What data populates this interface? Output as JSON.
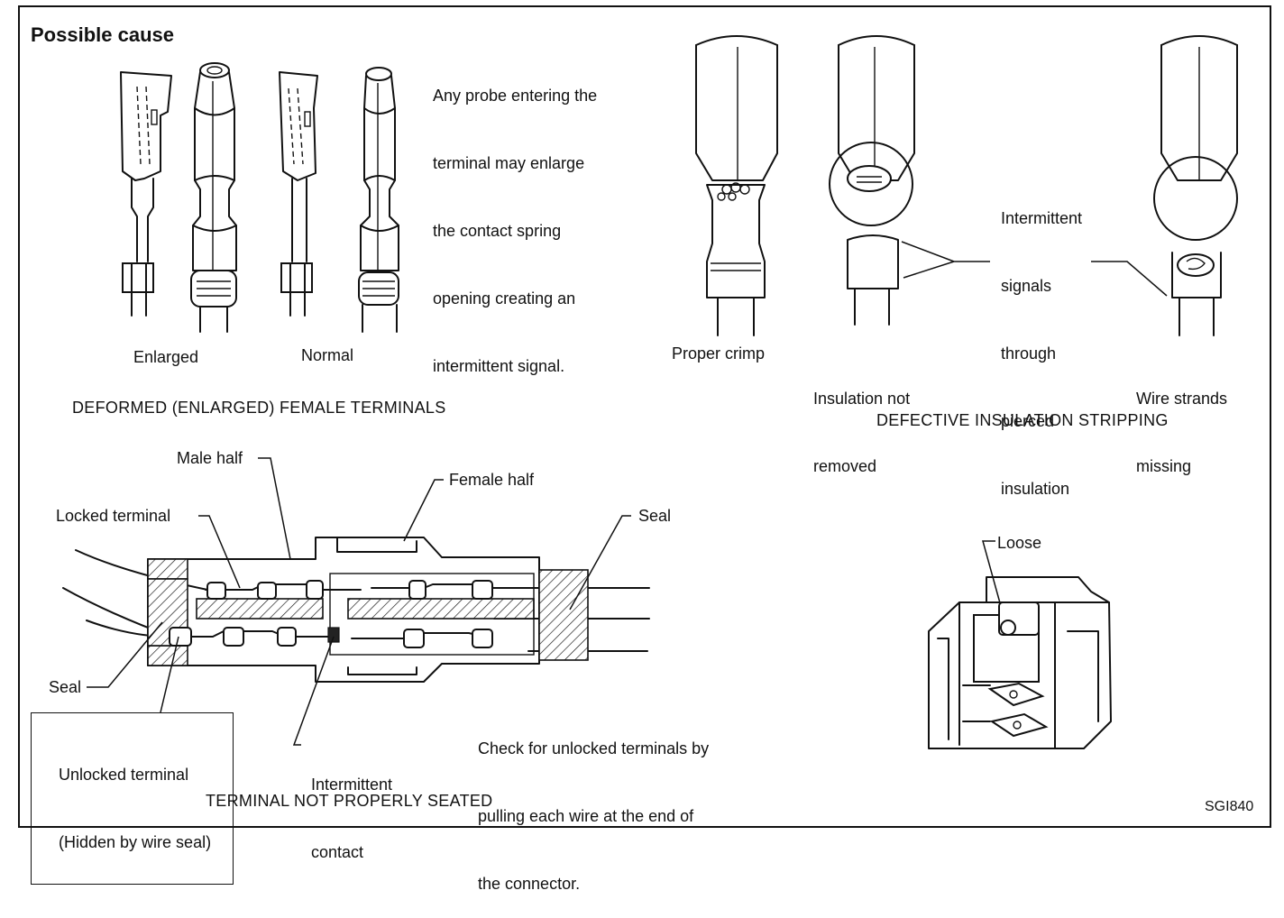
{
  "header": {
    "title": "Possible cause"
  },
  "female_terminals": {
    "note": [
      "Any probe entering the",
      "terminal may enlarge",
      "the contact spring",
      "opening creating an",
      "intermittent signal."
    ],
    "labels": {
      "enlarged": "Enlarged",
      "normal": "Normal"
    },
    "caption": "DEFORMED (ENLARGED) FEMALE TERMINALS"
  },
  "insulation_stripping": {
    "labels": {
      "proper_crimp": "Proper crimp",
      "insulation_not_removed": [
        "Insulation not",
        "removed"
      ],
      "wire_strands_missing": [
        "Wire strands",
        "missing"
      ]
    },
    "note": [
      "Intermittent",
      "signals",
      "through",
      "pierced",
      "insulation"
    ],
    "caption": "DEFECTIVE INSULATION STRIPPING"
  },
  "connector": {
    "labels": {
      "male_half": "Male half",
      "female_half": "Female half",
      "locked_terminal": "Locked terminal",
      "seal_right": "Seal",
      "seal_left": "Seal",
      "unlocked_terminal": [
        "Unlocked terminal",
        "(Hidden by wire seal)"
      ],
      "intermittent_contact": [
        "Intermittent",
        "contact"
      ],
      "loose": "Loose"
    },
    "note": [
      "Check for unlocked terminals by",
      "pulling each wire at the end of",
      "the connector."
    ],
    "caption": "TERMINAL NOT PROPERLY SEATED"
  },
  "figure_id": "SGI840"
}
